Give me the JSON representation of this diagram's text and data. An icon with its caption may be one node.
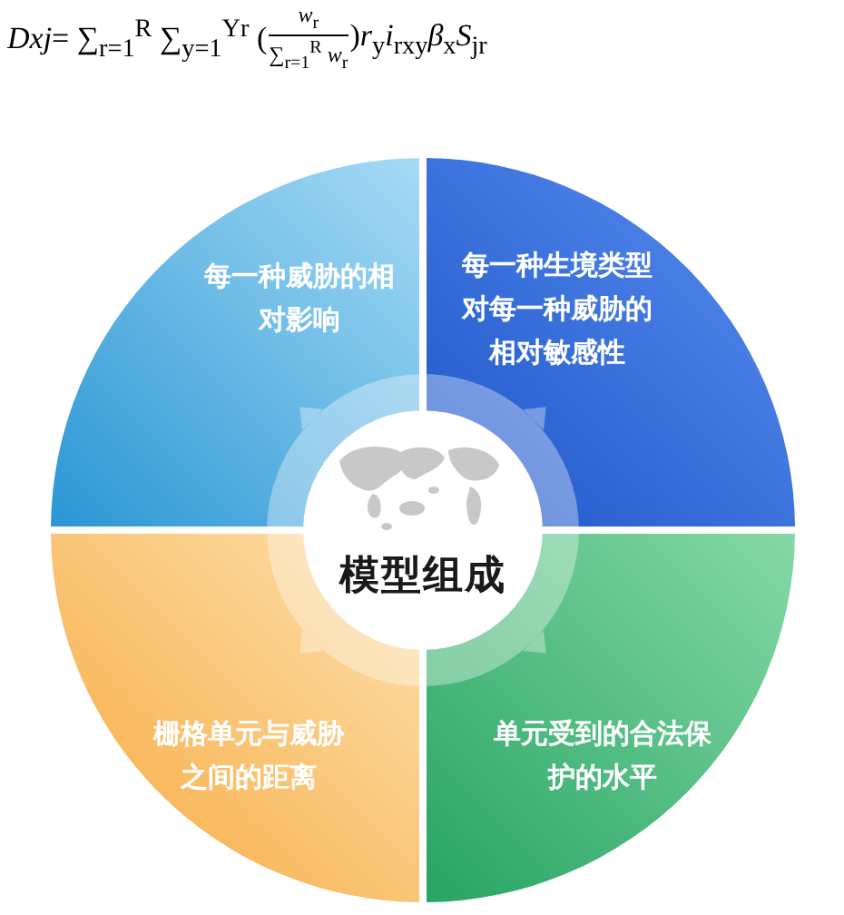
{
  "diagram": {
    "nodes": [
      {
        "text": [
          "每一种威胁的相对影响"
        ]
      },
      {
        "text": [
          "每一种生境类型对每一种威胁的相对敏感性"
        ]
      },
      {
        "text": [
          "栅格单元与威胁之间的距离"
        ]
      },
      {
        "text": [
          "单元受到的合法保护的水平"
        ]
      },
      {
        "text": [
          "模型组成"
        ]
      }
    ],
    "labels": [
      "*Dxj*= ∑$_{r=1}$$^{R}$ ∑$_{y=1}$$^{Yr}$ (",
      "*w*$_{r}$",
      "∑$_{r=1}$$^{R}$ *w*$_{r}$",
      ")*r*$_{y}$*i*$_{rxy}$*β*$_{x}$*S*$_{jr}$"
    ]
  }
}
